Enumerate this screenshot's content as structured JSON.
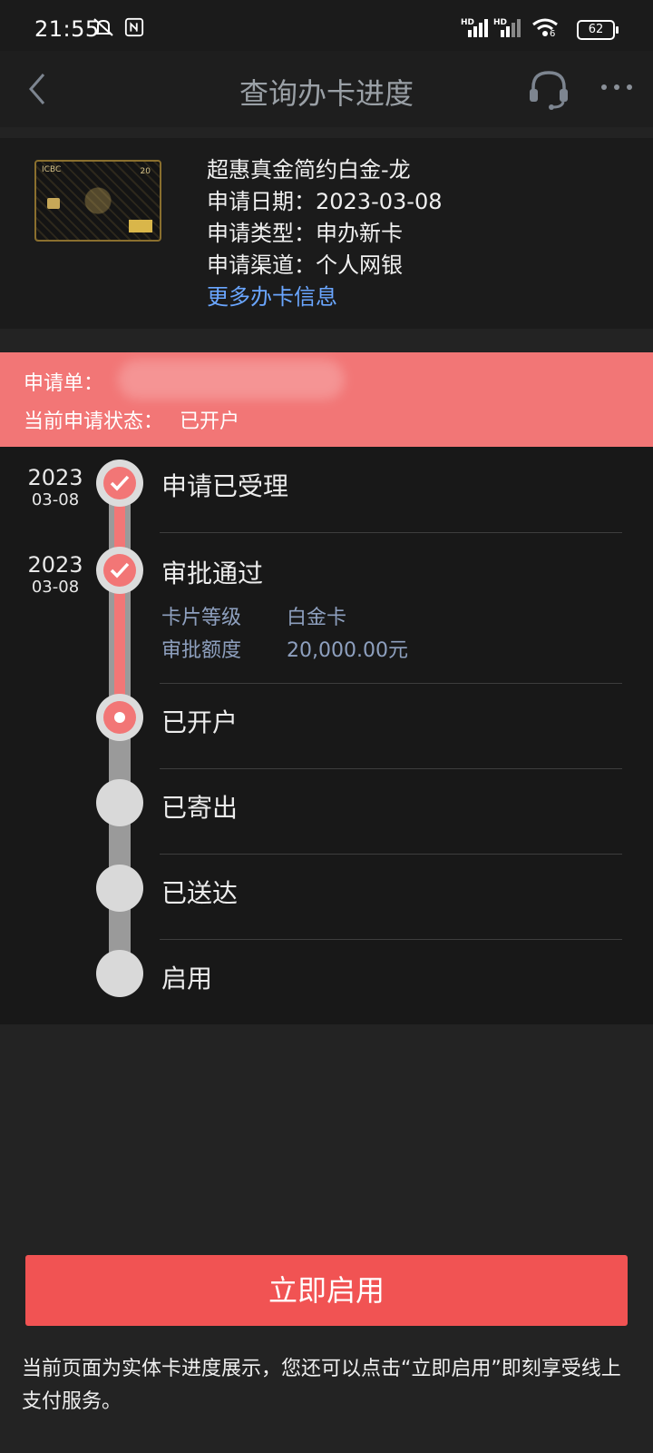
{
  "status_bar": {
    "time": "21:55",
    "battery": "62",
    "signal_label_1": "HD",
    "signal_label_2": "HD",
    "wifi_label": "6"
  },
  "header": {
    "title": "查询办卡进度"
  },
  "card": {
    "name": "超惠真金简约白金-龙",
    "apply_date_label": "申请日期：",
    "apply_date": "2023-03-08",
    "apply_type_label": "申请类型：",
    "apply_type": "申办新卡",
    "channel_label": "申请渠道：",
    "channel": "个人网银",
    "more_link": "更多办卡信息",
    "image_brand": "ICBC",
    "image_number": "20"
  },
  "banner": {
    "order_label": "申请单：",
    "status_label": "当前申请状态：",
    "status_value": "已开户"
  },
  "timeline": {
    "steps": [
      {
        "title": "申请已受理",
        "year": "2023",
        "md": "03-08",
        "state": "done"
      },
      {
        "title": "审批通过",
        "year": "2023",
        "md": "03-08",
        "state": "done",
        "details": [
          {
            "label": "卡片等级",
            "value": "白金卡"
          },
          {
            "label": "审批额度",
            "value": "20,000.00元"
          }
        ]
      },
      {
        "title": "已开户",
        "state": "current"
      },
      {
        "title": "已寄出",
        "state": "pending"
      },
      {
        "title": "已送达",
        "state": "pending"
      },
      {
        "title": "启用",
        "state": "pending"
      }
    ]
  },
  "cta": {
    "label": "立即启用"
  },
  "footnote": "当前页面为实体卡进度展示，您还可以点击“立即启用”即刻享受线上支付服务。",
  "colors": {
    "accent_red": "#f27676",
    "button_red": "#f15353",
    "link_blue": "#6aa6ff"
  }
}
